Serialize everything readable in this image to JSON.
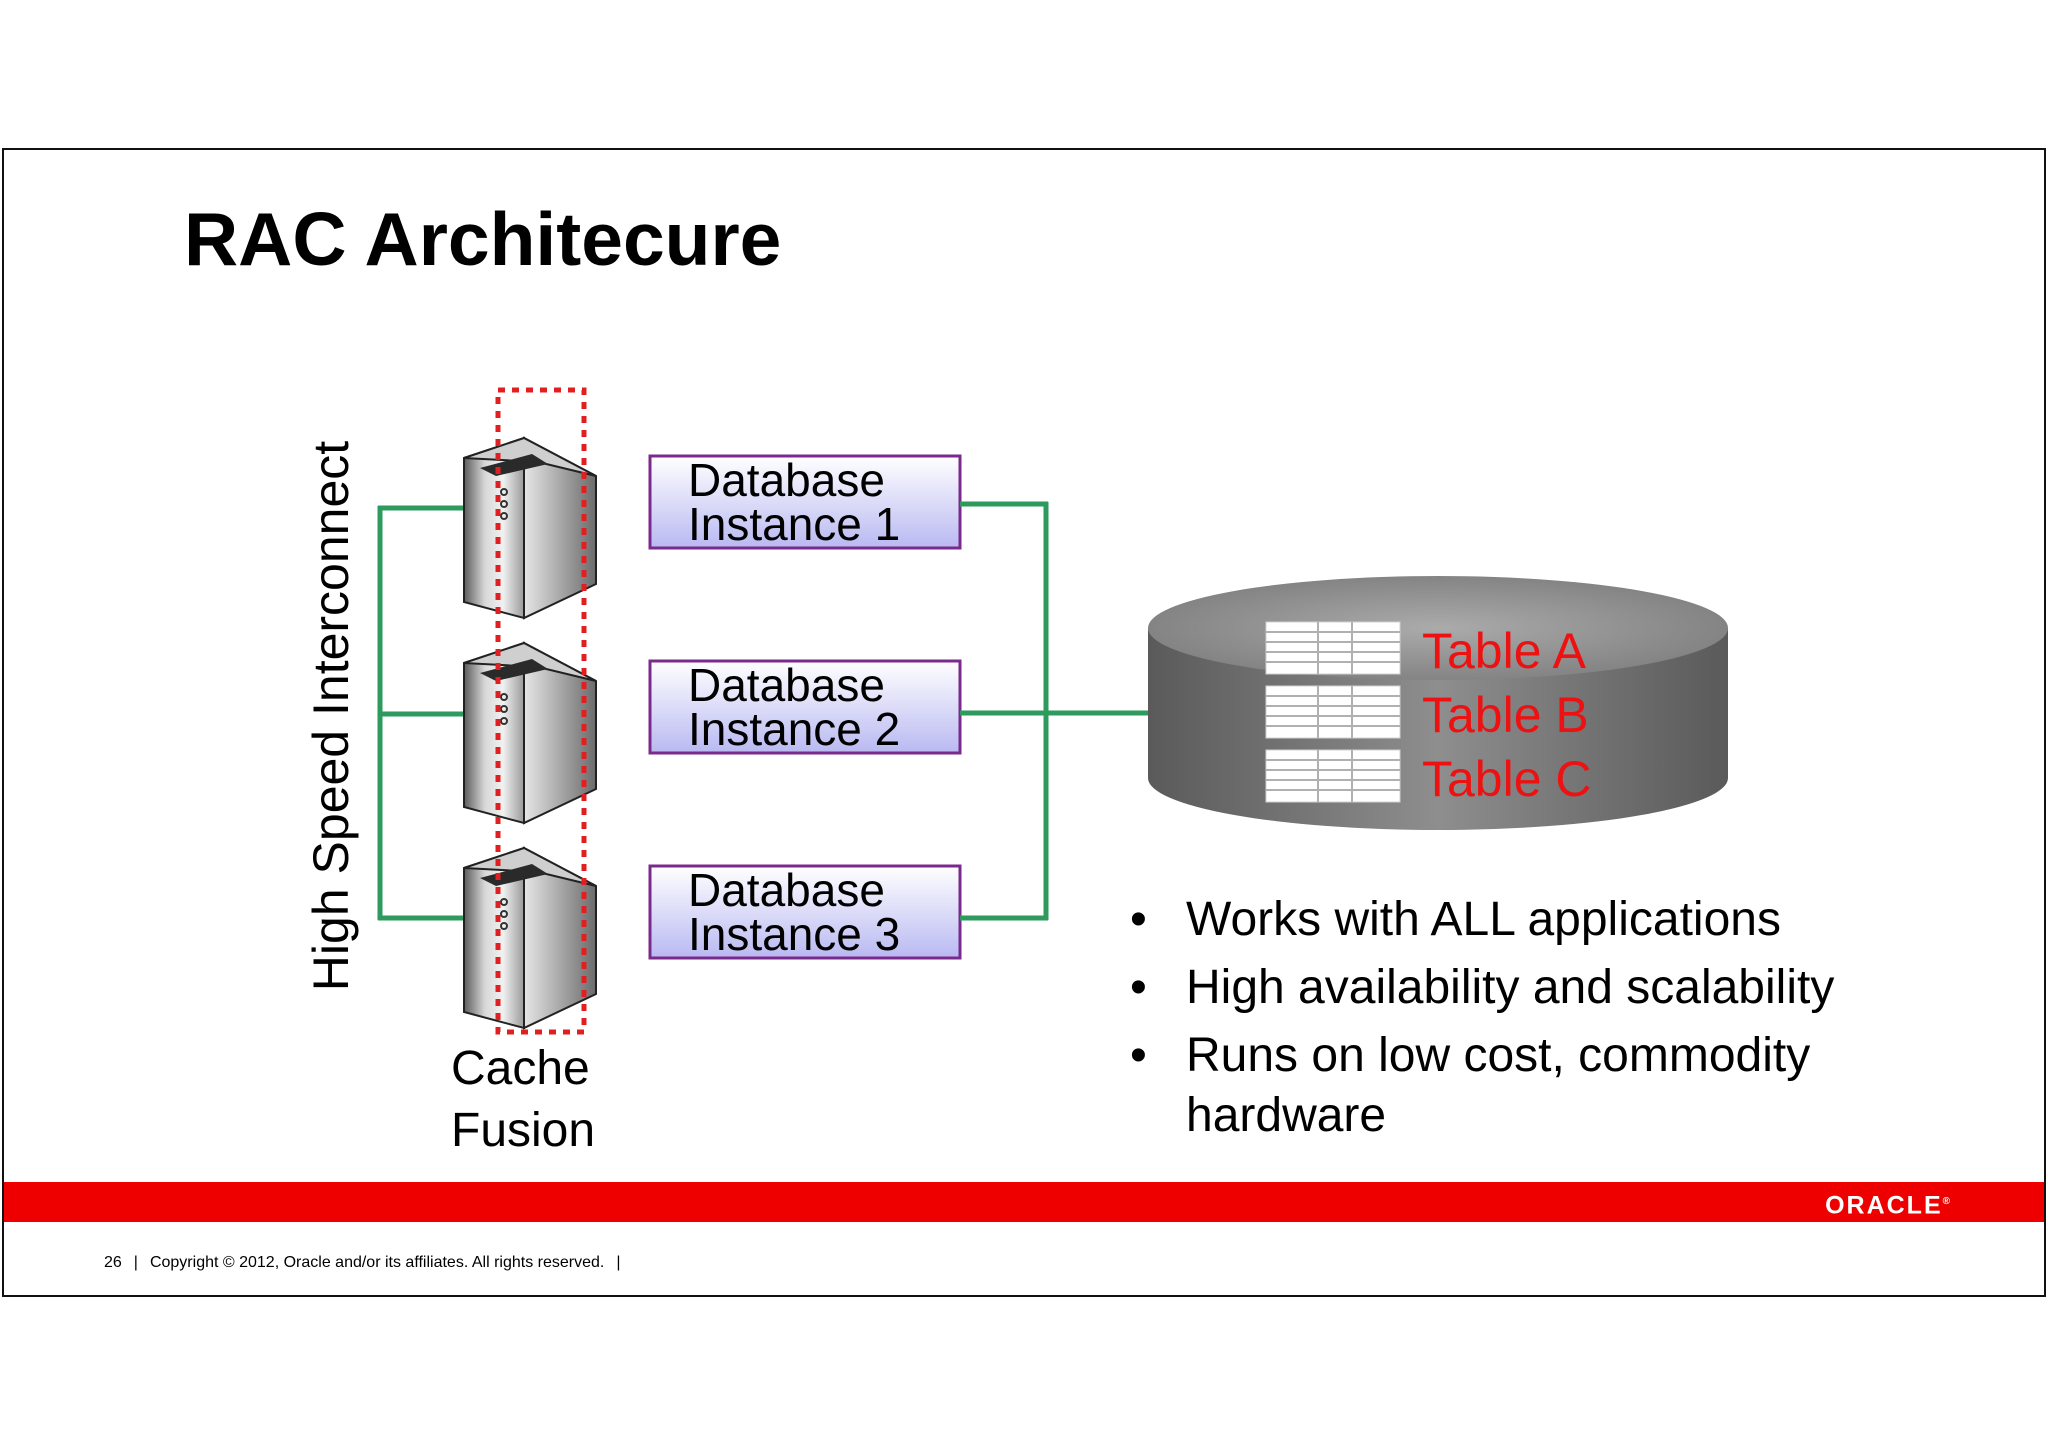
{
  "slide": {
    "title": "RAC Architecure",
    "interconnect_label": "High Speed Interconnect",
    "cache_fusion_label": [
      "Cache",
      "Fusion"
    ],
    "instances": [
      {
        "line1": "Database",
        "line2": "Instance 1"
      },
      {
        "line1": "Database",
        "line2": "Instance 2"
      },
      {
        "line1": "Database",
        "line2": "Instance 3"
      }
    ],
    "tables": [
      "Table A",
      "Table B",
      "Table C"
    ],
    "bullets": [
      "Works with ALL applications",
      "High availability and scalability",
      "Runs on low cost, commodity hardware"
    ]
  },
  "footer": {
    "page_number": "26",
    "copyright": "Copyright © 2012, Oracle and/or its affiliates. All rights reserved.",
    "logo_text": "ORACLE",
    "logo_mark": "®"
  },
  "colors": {
    "accent_red": "#ee0000",
    "connector_green": "#2e9a5e",
    "instance_border": "#7a2a8c",
    "table_text": "#ee1111",
    "cache_fusion_dash": "#e02020"
  }
}
